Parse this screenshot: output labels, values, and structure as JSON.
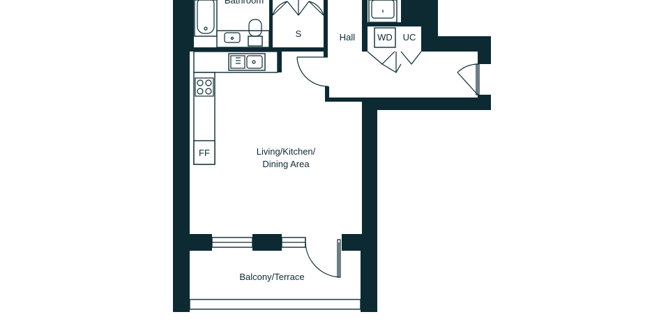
{
  "colors": {
    "wall": "#0d2a33",
    "background": "#ffffff"
  },
  "rooms": {
    "bathroom": "Bathroom",
    "storage": "S",
    "hall": "Hall",
    "washer_dryer": "WD",
    "utility_cupboard": "UC",
    "living_line1": "Living/Kitchen/",
    "living_line2": "Dining Area",
    "fridge_freezer": "FF",
    "balcony": "Balcony/Terrace"
  }
}
